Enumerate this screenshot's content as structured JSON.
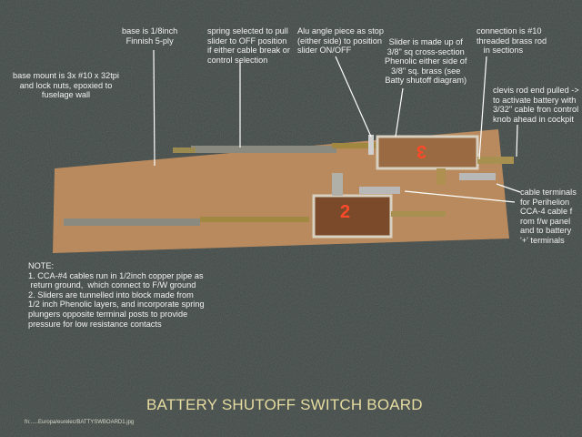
{
  "title": "BATTERY SHUTOFF  SWITCH BOARD",
  "filename": "fn:.....Europa/eurelec/BATTYSWBOARD1.jpg",
  "annotations": {
    "base_mount": "base mount is 3x #10 x 32tpi\nand lock nuts, epoxied to\nfuselage wall",
    "base": "base is 1/8inch\nFinnish 5-ply",
    "spring": "spring selected to pull\nslider to OFF position\nif either cable break or\ncontrol selection",
    "alu_angle": "Alu angle piece as stop\n(either side) to position\nslider ON/OFF",
    "slider": "Slider is made up of\n3/8\" sq cross-section\nPhenolic either side of\n3/8\" sq. brass (see\nBatty shutoff diagram)",
    "connection": "connection is #10\nthreaded brass rod\n   in sections",
    "clevis": "clevis rod end pulled ->\nto activate battery with\n3/32\" cable fron control\nknob ahead in cockpit",
    "cable_terminals": "cable terminals\nfor Perihelion\nCCA-4 cable f\nrom f/w panel\nand to battery\n'+' terminals"
  },
  "note": "NOTE:\n1. CCA-#4 cables run in 1/2inch copper pipe as\n return ground,  which connect to F/W ground\n2. Sliders are tunnelled into block made from\n1/2 inch Phenolic layers, and incorporate spring\nplungers opposite terminal posts to provide\npressure for low resistance contacts",
  "switch_marks": [
    "3",
    "2"
  ],
  "colors": {
    "background": "#3e4543",
    "board": "#b98a5e",
    "label_text": "#f2f2f2",
    "title_text": "#e6dca0",
    "marking": "#ff4a2a"
  }
}
